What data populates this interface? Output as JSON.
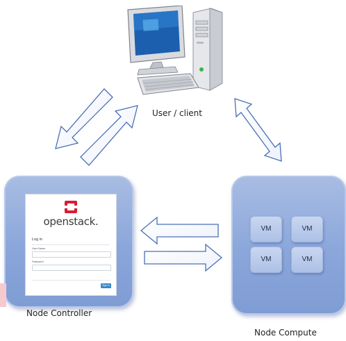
{
  "client": {
    "label": "User / client",
    "icon": "desktop-computer-icon"
  },
  "controller": {
    "label": "Node Controller",
    "login": {
      "brand": "openstack.",
      "title": "Log in",
      "username_label": "User Name",
      "password_label": "Password",
      "signin_label": "Sign In"
    }
  },
  "compute": {
    "label": "Node Compute",
    "vms": [
      "VM",
      "VM",
      "VM",
      "VM"
    ]
  },
  "colors": {
    "node_fill": "#8aa6da",
    "vm_fill": "#bccbea",
    "openstack_red": "#da1a32",
    "signin_blue": "#3b87c4"
  }
}
